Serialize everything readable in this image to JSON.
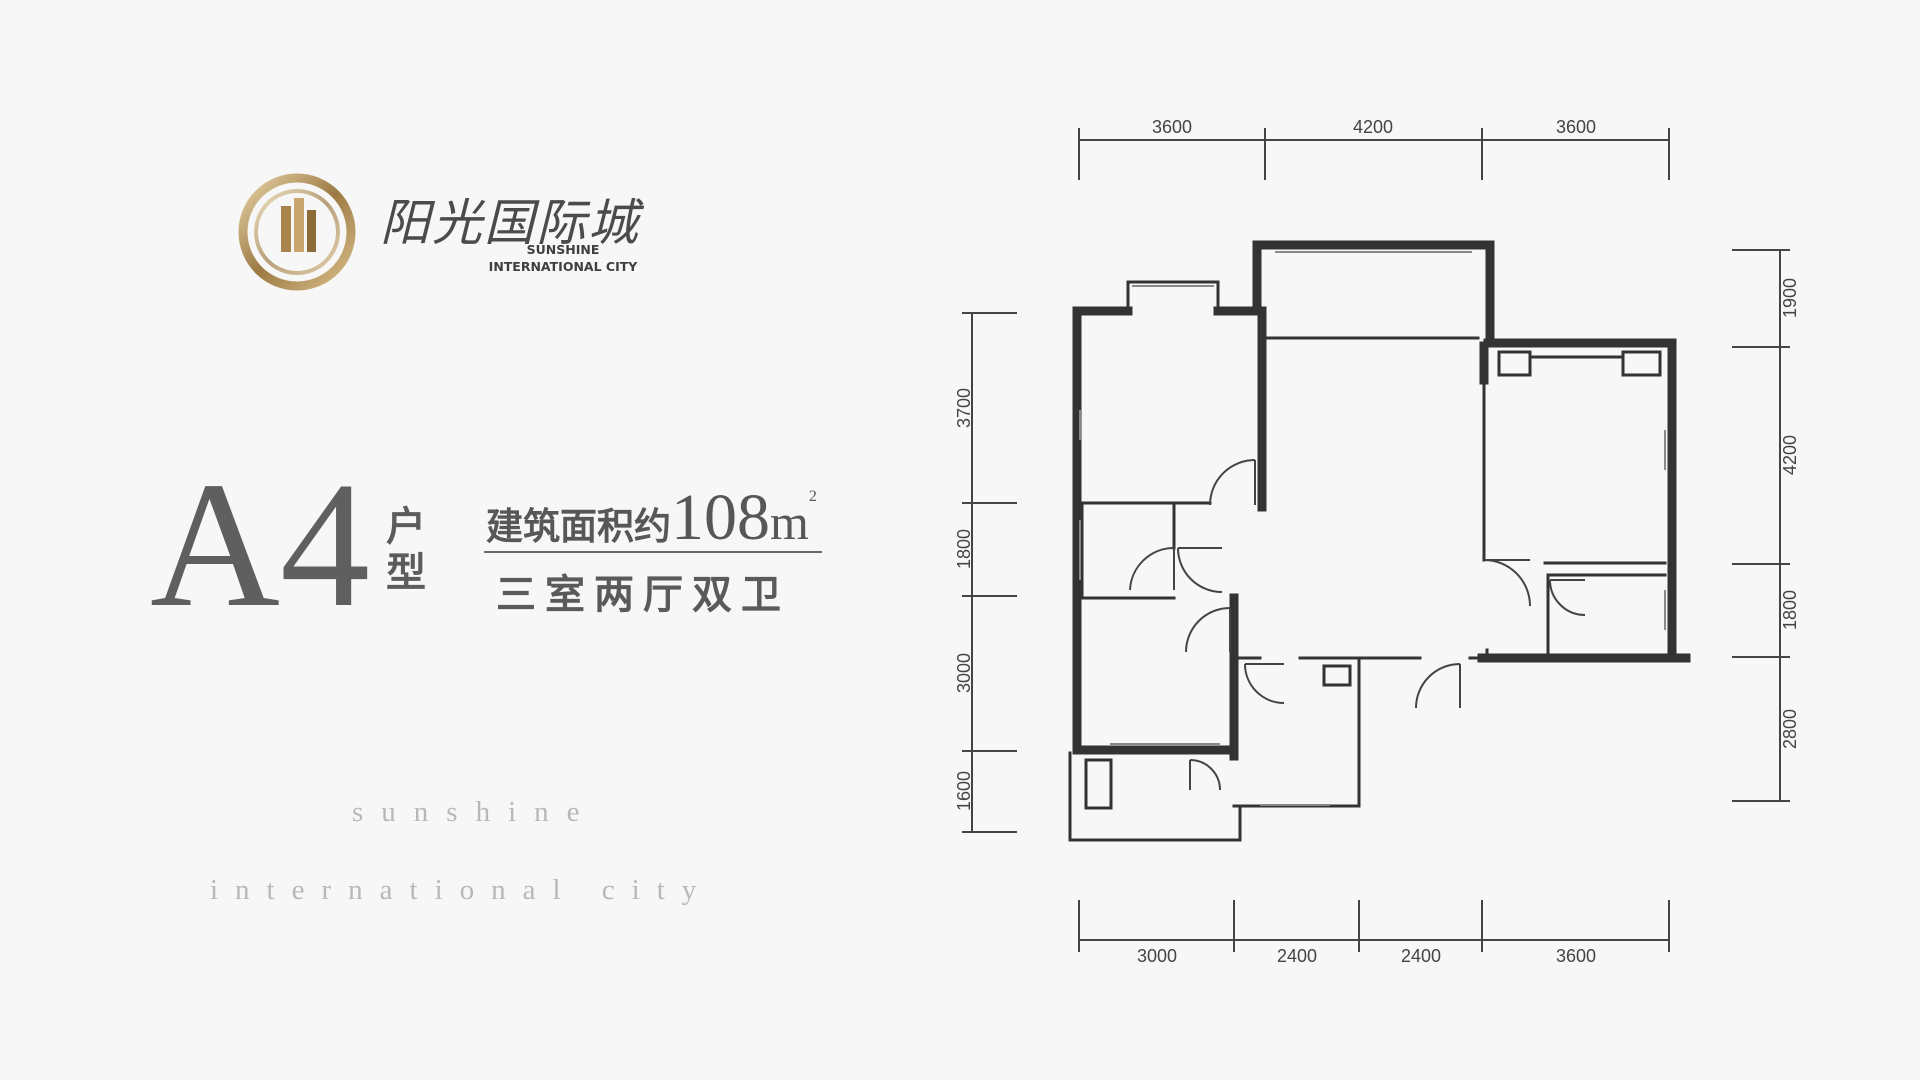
{
  "brand": {
    "name_cn": "阳光国际城",
    "name_en_line1": "SUNSHINE",
    "name_en_line2": "INTERNATIONAL CITY"
  },
  "unit": {
    "code": "A4",
    "suffix": "户型",
    "area_prefix": "建筑面积约",
    "area_value": "108",
    "area_unit": "m",
    "area_unit_sup": "2",
    "layout": "三室两厅双卫"
  },
  "decor": {
    "line1": "sunshine",
    "line2": "international city"
  },
  "dimensions": {
    "top": [
      "3600",
      "4200",
      "3600"
    ],
    "bottom": [
      "3000",
      "2400",
      "2400",
      "3600"
    ],
    "left": [
      "3700",
      "1800",
      "3000",
      "1600"
    ],
    "right": [
      "1900",
      "4200",
      "1800",
      "2800"
    ]
  },
  "colors": {
    "wall": "#333333",
    "accent_gold": "#b8955a",
    "background": "#f7f7f7"
  }
}
